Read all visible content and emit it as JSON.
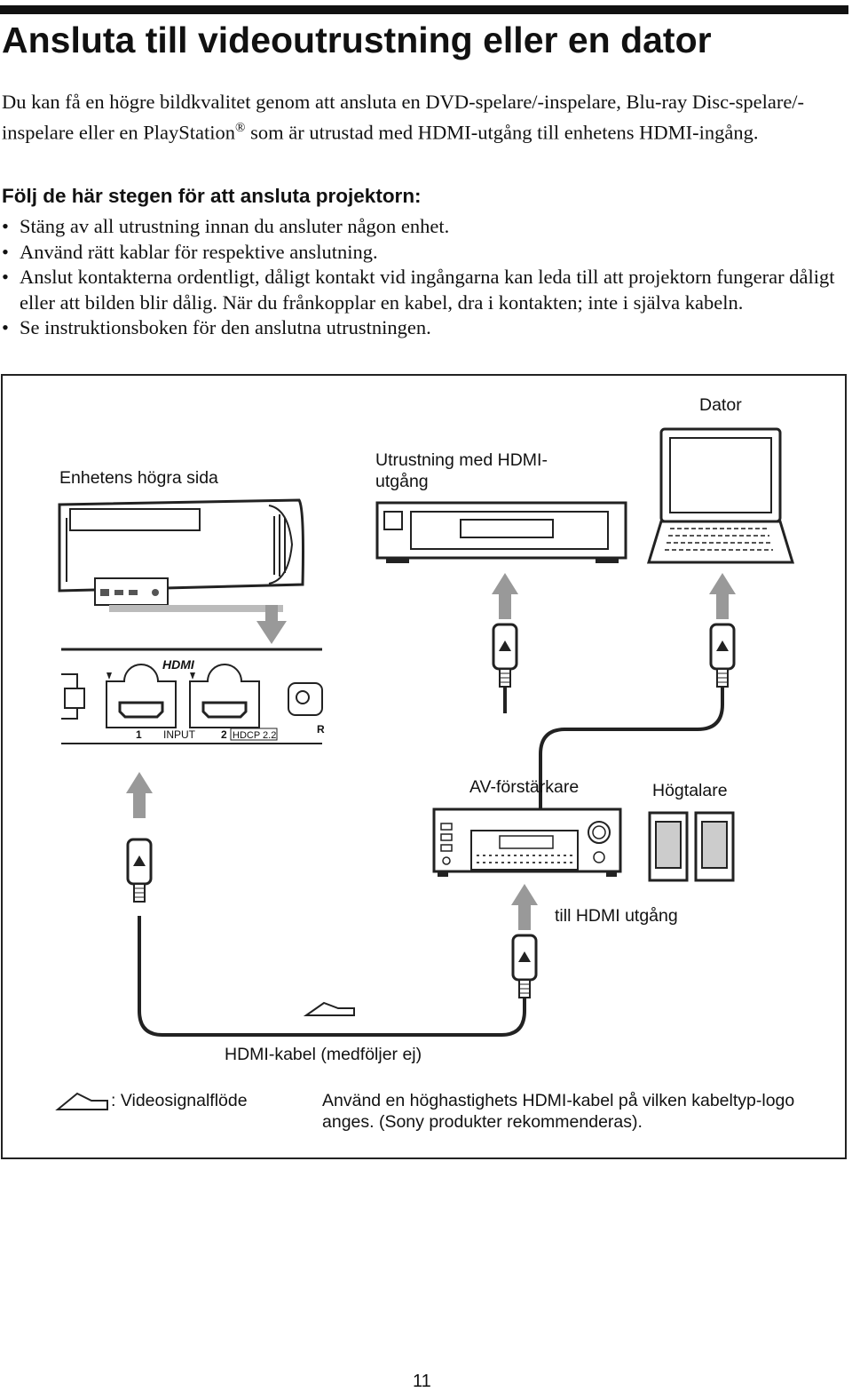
{
  "page": {
    "title": "Ansluta till videoutrustning eller en dator",
    "intro_before": "Du kan få en högre bildkvalitet genom att ansluta en DVD-spelare/-inspelare, Blu-ray Disc-spelare/-inspelare eller en PlayStation",
    "intro_registered": "®",
    "intro_after": " som är utrustad med HDMI-utgång till enhetens HDMI-ingång.",
    "steps_heading": "Följ de här stegen för att ansluta projektorn:",
    "steps": [
      "Stäng av all utrustning innan du ansluter någon enhet.",
      "Använd rätt kablar för respektive anslutning.",
      "Anslut kontakterna ordentligt, dåligt kontakt vid ingångarna kan leda till att projektorn fungerar dåligt eller att bilden blir dålig. När du frånkopplar en kabel, dra i kontakten; inte i själva kabeln.",
      "Se instruktionsboken för den anslutna utrustningen."
    ],
    "page_number": "11"
  },
  "diagram": {
    "labels": {
      "computer": "Dator",
      "projector_side": "Enhetens högra sida",
      "hdmi_equipment": "Utrustning med HDMI-utgång",
      "av_amplifier": "AV-förstärkare",
      "speakers": "Högtalare",
      "to_hdmi_output": "till HDMI utgång",
      "hdmi_cable": "HDMI-kabel (medföljer ej)",
      "legend_signal": ": Videosignalflöde",
      "cable_note": "Använd en höghastighets HDMI-kabel på vilken kabeltyp-logo anges. (Sony produkter rekommenderas)."
    },
    "panel": {
      "hdmi_logo": "HDMI",
      "port1": "1",
      "input": "INPUT",
      "port2": "2",
      "hdcp": "HDCP 2.2",
      "edge_r": "R"
    }
  }
}
